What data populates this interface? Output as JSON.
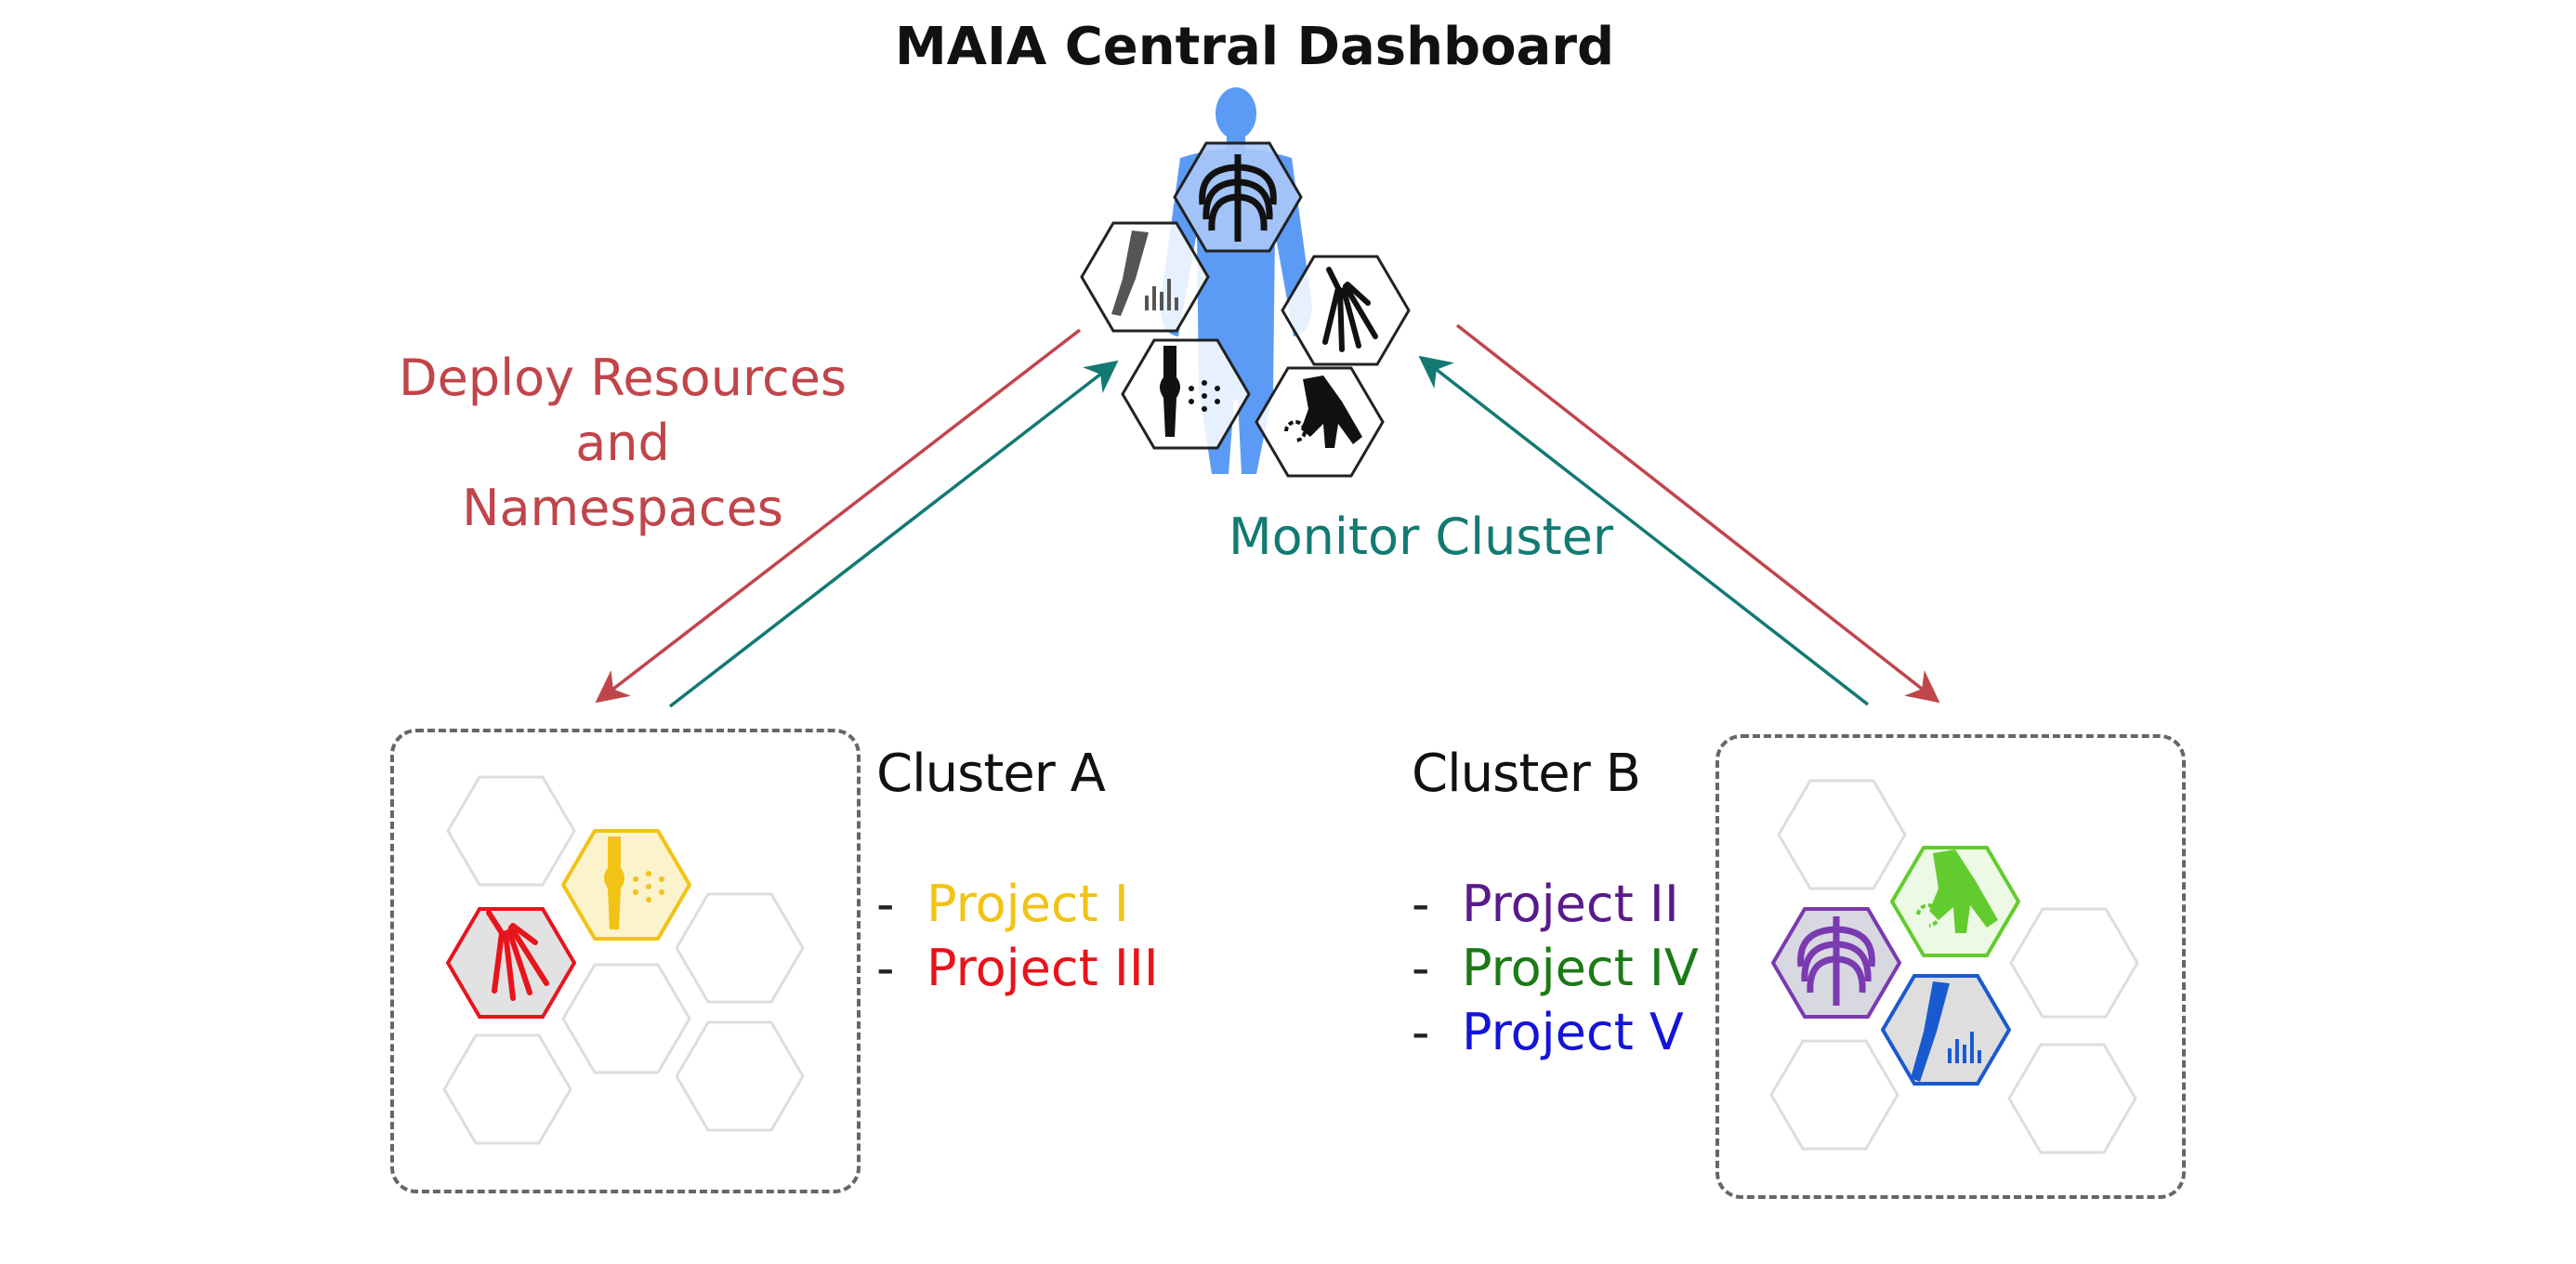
{
  "title": "MAIA Central Dashboard",
  "arrows": {
    "deploy_label_lines": [
      "Deploy Resources",
      "and",
      "Namespaces"
    ],
    "monitor_label": "Monitor Cluster"
  },
  "clusters": [
    {
      "name": "Cluster A",
      "projects": [
        {
          "dash": "-",
          "name": "Project I",
          "color": "#f2c314"
        },
        {
          "dash": "-",
          "name": "Project III",
          "color": "#e8141c"
        }
      ]
    },
    {
      "name": "Cluster B",
      "projects": [
        {
          "dash": "-",
          "name": "Project II",
          "color": "#5a1a8a"
        },
        {
          "dash": "-",
          "name": "Project IV",
          "color": "#1c7a16"
        },
        {
          "dash": "-",
          "name": "Project V",
          "color": "#1414d8"
        }
      ]
    }
  ],
  "colors": {
    "deploy": "#c0454a",
    "monitor": "#127a72",
    "human_figure": "#5b9bf5",
    "cluster_border": "#666666"
  },
  "icons": {
    "dashboard_hexes": [
      "ribcage-icon",
      "knee-chart-icon",
      "hand-icon",
      "knee-network-icon",
      "foot-icon"
    ],
    "cluster_a_hexes": [
      "knee-network-icon",
      "hand-icon"
    ],
    "cluster_b_hexes": [
      "foot-icon",
      "ribcage-icon",
      "knee-chart-icon"
    ]
  }
}
